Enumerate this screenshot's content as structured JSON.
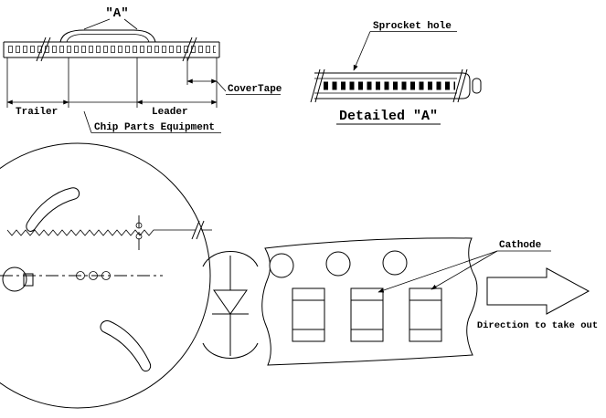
{
  "meta": {
    "background": "#ffffff",
    "ink": "#000000",
    "drawing_type": "carrier-tape-and-reel-packaging-diagram"
  },
  "labels": {
    "section_a": "″A″",
    "sprocket_hole": "Sprocket hole",
    "cover_tape": "CoverTape",
    "trailer": "Trailer",
    "leader": "Leader",
    "chip_parts_equipment": "Chip Parts Equipment",
    "detailed_a": "Detailed ″A″",
    "cathode": "Cathode",
    "direction_to_take_out": "Direction to take out"
  }
}
